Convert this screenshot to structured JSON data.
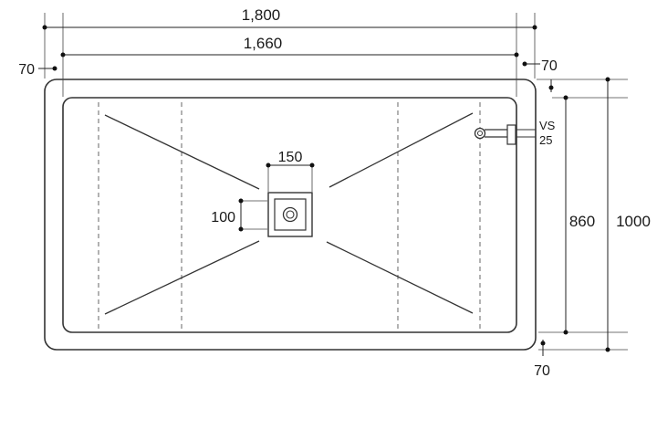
{
  "dimensions": {
    "overall_length": "1,800",
    "inner_length": "1,660",
    "rim_left": "70",
    "rim_right_top": "70",
    "rim_right_bottom": "70",
    "inner_width": "860",
    "overall_width": "1000",
    "drain_width": "150",
    "drain_height": "100"
  },
  "fitting": {
    "label_line1": "VS",
    "label_line2": "25"
  }
}
